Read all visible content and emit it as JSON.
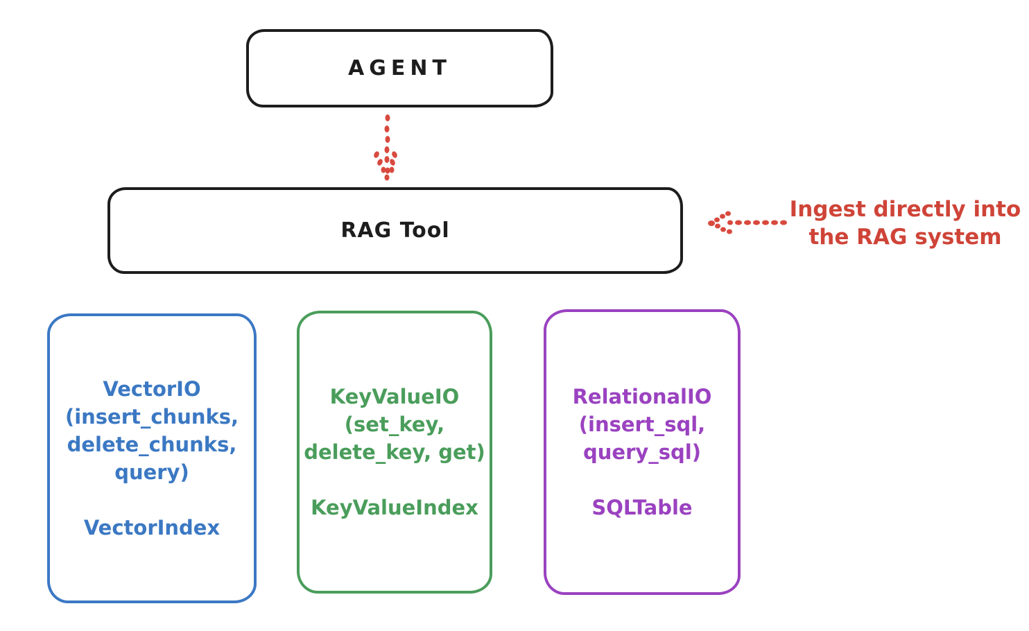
{
  "diagram": {
    "agent": {
      "label": "AGENT"
    },
    "rag_tool": {
      "label": "RAG Tool"
    },
    "annotation": {
      "lines": [
        "Ingest directly into",
        "the RAG system"
      ],
      "color": "#cf4438"
    },
    "stores": [
      {
        "name": "vector-io",
        "color": "#3b78c3",
        "io_lines": [
          "VectorIO",
          "(insert_chunks,",
          "delete_chunks,",
          "query)"
        ],
        "index_label": "VectorIndex"
      },
      {
        "name": "key-value-io",
        "color": "#4a9d5b",
        "io_lines": [
          "KeyValueIO",
          "(set_key,",
          "delete_key, get)"
        ],
        "index_label": "KeyValueIndex"
      },
      {
        "name": "relational-io",
        "color": "#9a42c0",
        "io_lines": [
          "RelationalIO",
          "(insert_sql,",
          "query_sql)"
        ],
        "index_label": "SQLTable"
      }
    ],
    "arrows": [
      {
        "name": "agent-to-rag-dotted-arrow",
        "direction": "down",
        "color": "#d8493e",
        "style": "dotted"
      },
      {
        "name": "ingest-dotted-arrow",
        "direction": "left",
        "color": "#d8493e",
        "style": "dotted"
      }
    ],
    "colors": {
      "stroke": "#1d1d1d",
      "red": "#cf4438",
      "blue": "#3b78c3",
      "green": "#4a9d5b",
      "purple": "#9a42c0",
      "background": "#ffffff"
    }
  }
}
